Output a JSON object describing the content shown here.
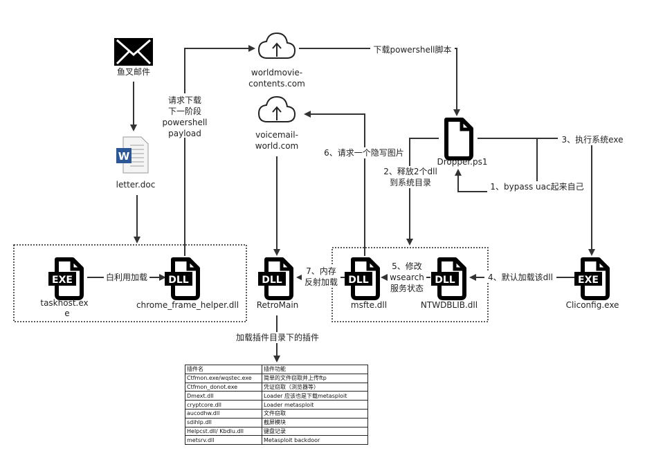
{
  "nodes": {
    "mail": "鱼叉邮件",
    "letter": "letter.doc",
    "taskhost_1": "taskhost.ex",
    "taskhost_2": "e",
    "chrome": "chrome_frame_helper.dll",
    "worldmovie_1": "worldmovie-",
    "worldmovie_2": "contents.com",
    "voicemail_1": "voicemail-",
    "voicemail_2": "world.com",
    "dropper": "Dropper.ps1",
    "retromain": "RetroMain",
    "msfte": "msfte.dll",
    "ntwdblib": "NTWDBLIB.dll",
    "cliconfig": "Cliconfig.exe",
    "exe_badge": "EXE",
    "dll_badge": "DLL",
    "word_glyph": "W"
  },
  "edges": {
    "whitelist_load": "白利用加载",
    "request_1": "请求下载",
    "request_2": "下一阶段",
    "request_3": "powershell",
    "request_4": "payload",
    "download_ps": "下载powershell脚本",
    "step1": "1、bypass uac起来自己",
    "step2_1": "2、释放2个dll",
    "step2_2": "到系统目录",
    "step3": "3、执行系统exe",
    "step4": "4、默认加载该dll",
    "step5_1": "5、修改",
    "step5_2": "wsearch",
    "step5_3": "服务状态",
    "step6": "6、请求一个隐写图片",
    "step7_1": "7、内存",
    "step7_2": "反射加载",
    "load_plugins": "加载插件目录下的插件"
  },
  "plugin_table": {
    "headers": [
      "插件名",
      "插件功能"
    ],
    "rows": [
      [
        "Ctfmon.exe/wqstec.exe",
        "简单的文件窃取并上传ftp"
      ],
      [
        "Ctfmon_donot.exe",
        "凭证窃取（浏览器等）"
      ],
      [
        "Dmext.dll",
        "Loader 应该也是下载metasploit"
      ],
      [
        "cryptcore.dll",
        "Loader metasploit"
      ],
      [
        "aucodhw.dll",
        "文件窃取"
      ],
      [
        "sdihlp.dll",
        "截屏模块"
      ],
      [
        "Helpcst.dll/ Kbdlu.dll",
        "键盘记录"
      ],
      [
        "metsrv.dll",
        "Metasploit backdoor"
      ]
    ]
  },
  "icons": [
    "mail-icon",
    "word-doc-icon",
    "exe-file-icon",
    "dll-file-icon",
    "cloud-upload-icon",
    "script-file-icon"
  ]
}
